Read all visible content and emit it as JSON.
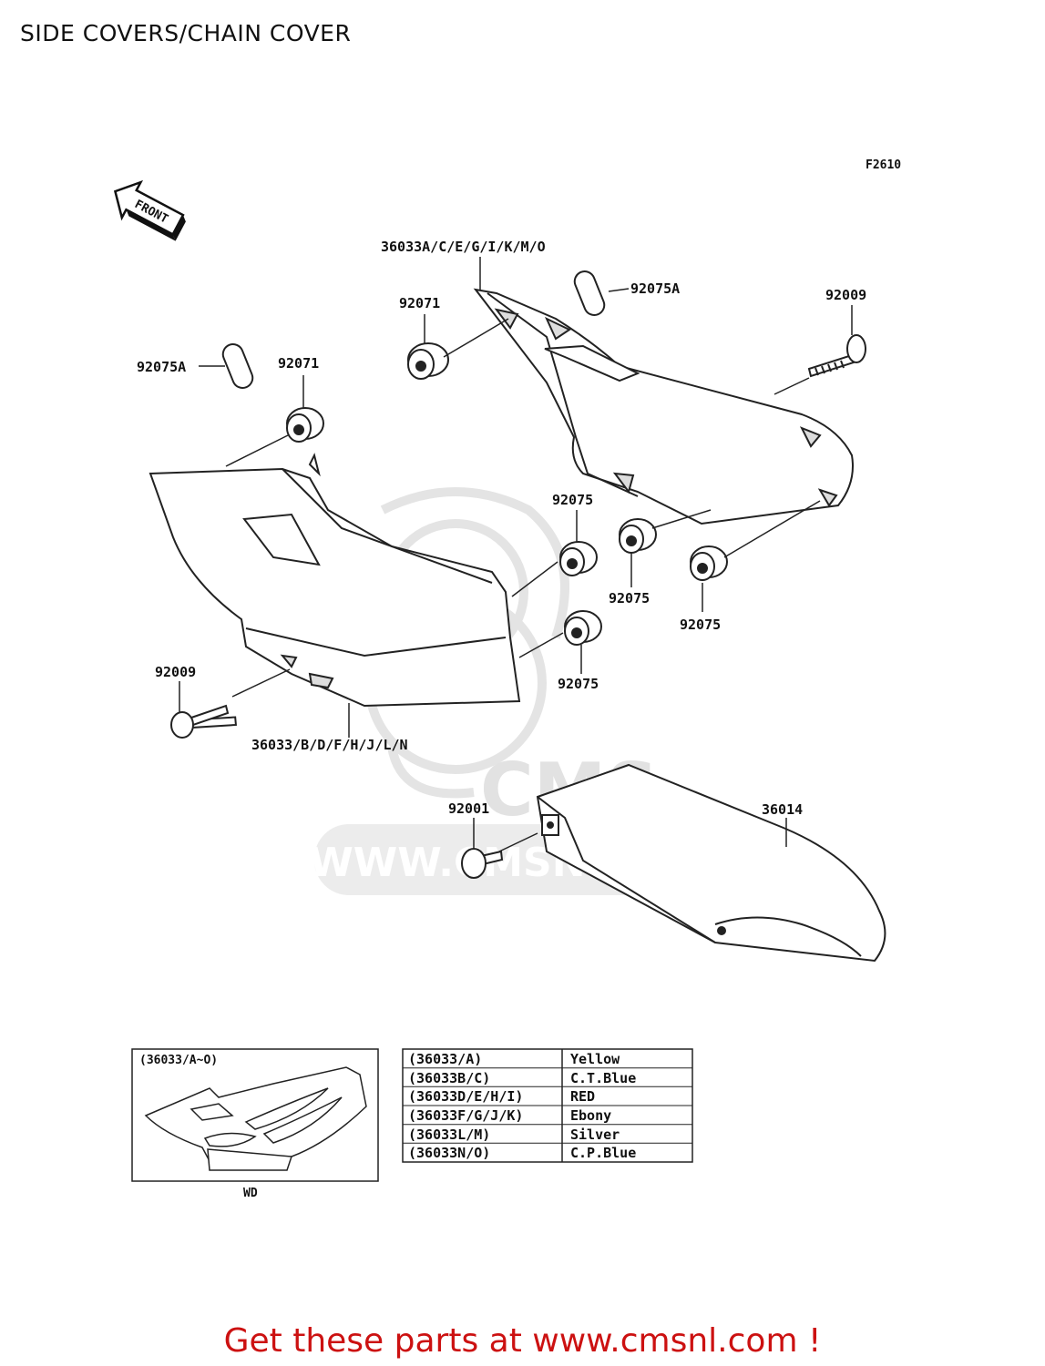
{
  "page": {
    "title": "SIDE COVERS/CHAIN COVER",
    "figure_code": "F2610",
    "front_arrow_label": "FRONT"
  },
  "callouts": {
    "c_36033_upper": "36033A/C/E/G/I/K/M/O",
    "c_92075A_right": "92075A",
    "c_92071_upper": "92071",
    "c_92009_right": "92009",
    "c_92075A_left": "92075A",
    "c_92071_left": "92071",
    "c_92075_a": "92075",
    "c_92075_b": "92075",
    "c_92075_c": "92075",
    "c_92075_d": "92075",
    "c_92009_left": "92009",
    "c_36033_lower": "36033/B/D/F/H/J/L/N",
    "c_92001": "92001",
    "c_36014": "36014"
  },
  "inset": {
    "label": "(36033/A~O)",
    "caption": "WD"
  },
  "color_table": [
    {
      "part": "(36033/A)",
      "color": "Yellow"
    },
    {
      "part": "(36033B/C)",
      "color": "C.T.Blue"
    },
    {
      "part": "(36033D/E/H/I)",
      "color": "RED"
    },
    {
      "part": "(36033F/G/J/K)",
      "color": "Ebony"
    },
    {
      "part": "(36033L/M)",
      "color": "Silver"
    },
    {
      "part": "(36033N/O)",
      "color": "C.P.Blue"
    }
  ],
  "watermark": {
    "brand": "CMS",
    "url": "WWW.CMSNL.COM"
  },
  "footer": "Get these parts at www.cmsnl.com !"
}
